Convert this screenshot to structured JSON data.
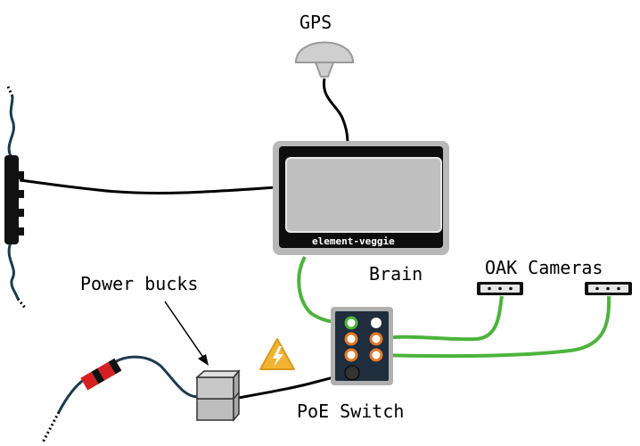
{
  "labels": {
    "gps": "GPS",
    "brain": "Brain",
    "device_name": "element-veggie",
    "oak_cameras": "OAK Cameras",
    "power_bucks": "Power bucks",
    "poe_switch": "PoE Switch"
  },
  "colors": {
    "cable": "#000000",
    "ethernet": "#4db33d",
    "switch_body": "#1f2d3d",
    "port_orange": "#e07a2a",
    "warning_yellow": "#f2b233",
    "connector_red": "#d42020",
    "wire_blue": "#1d3a4e",
    "device_gray": "#b8b8b8",
    "screen_gray": "#c0c0c0"
  },
  "icons": [
    "gps-antenna-icon",
    "warning-lightning-icon",
    "power-buck-icon",
    "oak-camera-icon"
  ]
}
